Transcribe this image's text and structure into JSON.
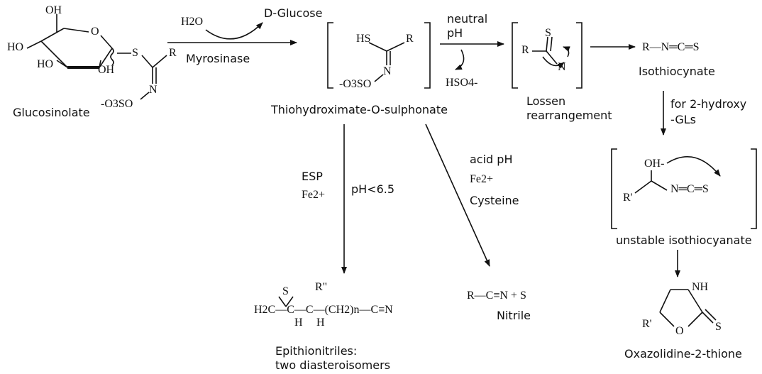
{
  "compounds": {
    "glucosinolate": "Glucosinolate",
    "thiohydroximate": "Thiohydroximate-O-sulphonate",
    "isothiocyanate": "Isothiocynate",
    "unstable_isothiocyanate": "unstable isothiocyanate",
    "oxazolidine": "Oxazolidine-2-thione",
    "nitrile": "Nitrile",
    "epithionitriles_line1": "Epithionitriles:",
    "epithionitriles_line2": "two diasteroisomers",
    "lossen_line1": "Lossen",
    "lossen_line2": "rearrangement"
  },
  "conditions": {
    "water": "H2O",
    "d_glucose": "D-Glucose",
    "enzyme": "Myrosinase",
    "neutral": "neutral",
    "ph": "pH",
    "hso4": "HSO4-",
    "hydroxy_line1": "for 2-hydroxy",
    "hydroxy_line2": "-GLs",
    "esp": "ESP",
    "fe2_esp": "Fe2+",
    "ph_lt": "pH<6.5",
    "acid_ph": "acid pH",
    "fe2_acid": "Fe2+",
    "cysteine": "Cysteine"
  },
  "formulas": {
    "glc_oh_top": "OH",
    "glc_ho_left": "HO",
    "glc_ho_low": "HO",
    "glc_oh_mid": "OH",
    "glc_o": "O",
    "glc_s": "S",
    "glc_r": "R",
    "glc_n": "N",
    "glc_so3": "-O3SO",
    "thio_hs": "HS",
    "thio_r": "R",
    "thio_n": "N",
    "thio_so3": "-O3SO",
    "lossen_r": "R",
    "lossen_s": "S",
    "lossen_n": "N",
    "itc": "R—N═C═S",
    "unst_oh": "OH-",
    "unst_r": "R'",
    "unst_ncs": "N═C═S",
    "oxa_nh": "NH",
    "oxa_r": "R'",
    "oxa_o": "O",
    "oxa_s": "S",
    "epi_s": "S",
    "epi_r2": "R\"",
    "epi_chain": "H2C—C—C—(CH2)n—C≡N",
    "epi_h1": "H",
    "epi_h2": "H",
    "nitrile_formula": "R—C≡N  +  S"
  }
}
